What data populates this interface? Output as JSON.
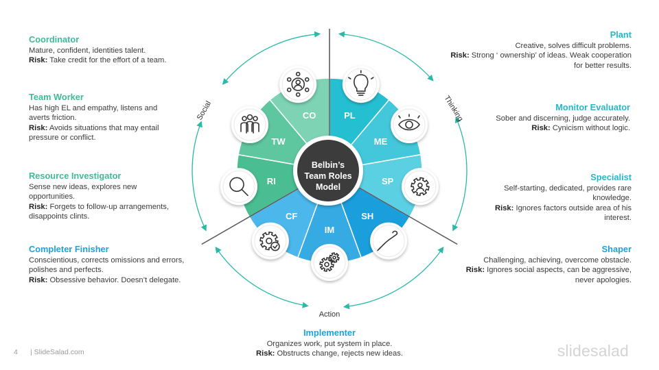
{
  "center": {
    "line1": "Belbin’s",
    "line2": "Team Roles",
    "line3": "Model"
  },
  "categories": {
    "social": "Social",
    "thinking": "Thinking",
    "action": "Action"
  },
  "segments": [
    {
      "code": "PL",
      "color": "#25bfd2"
    },
    {
      "code": "ME",
      "color": "#42c8da"
    },
    {
      "code": "SP",
      "color": "#5cd0e3"
    },
    {
      "code": "SH",
      "color": "#1a9fdc"
    },
    {
      "code": "IM",
      "color": "#36abe3"
    },
    {
      "code": "CF",
      "color": "#4bb7ea"
    },
    {
      "code": "RI",
      "color": "#4abd92"
    },
    {
      "code": "TW",
      "color": "#5fc7a0"
    },
    {
      "code": "CO",
      "color": "#7dd3b4"
    }
  ],
  "icons": [
    "lightbulb-icon",
    "eye-icon",
    "gear-person-icon",
    "whip-icon",
    "gears-icon",
    "gear-check-icon",
    "magnifier-icon",
    "team-icon",
    "network-person-icon"
  ],
  "roles": {
    "coordinator": {
      "title": "Coordinator",
      "desc": "Mature, confident, identities talent.",
      "risk_label": "Risk:",
      "risk": " Take credit for the effort of a team."
    },
    "team_worker": {
      "title": "Team Worker",
      "desc1": "Has high EL and empathy, listens and",
      "desc2": "averts friction.",
      "risk_label": "Risk:",
      "risk": " Avoids situations that may entail",
      "risk2": "pressure or conflict."
    },
    "resource_investigator": {
      "title": "Resource Investigator",
      "desc1": "Sense new ideas, explores new",
      "desc2": "opportunities.",
      "risk_label": "Risk:",
      "risk": " Forgets to follow-up arrangements,",
      "risk2": "disappoints clints."
    },
    "completer_finisher": {
      "title": "Completer Finisher",
      "desc1": "Conscientious, corrects omissions and errors,",
      "desc2": "polishes and perfects.",
      "risk_label": "Risk:",
      "risk": " Obsessive  behavior. Doesn’t delegate."
    },
    "plant": {
      "title": "Plant",
      "desc": "Creative, solves difficult problems.",
      "risk_label": "Risk:",
      "risk": " Strong ‘ ownership’ of ideas. Weak cooperation",
      "risk2": "for better results."
    },
    "monitor_evaluator": {
      "title": "Monitor Evaluator",
      "desc": "Sober and discerning, judge accurately.",
      "risk_label": "Risk:",
      "risk": " Cynicism without logic."
    },
    "specialist": {
      "title": "Specialist",
      "desc1": "Self-starting,  dedicated, provides rare",
      "desc2": "knowledge.",
      "risk_label": "Risk:",
      "risk": " Ignores factors outside area of his",
      "risk2": "interest."
    },
    "shaper": {
      "title": "Shaper",
      "desc": "Challenging, achieving, overcome obstacle.",
      "risk_label": "Risk:",
      "risk": " Ignores social aspects, can be aggressive,",
      "risk2": "never apologies."
    },
    "implementer": {
      "title": "Implementer",
      "desc": "Organizes work, put system in place.",
      "risk_label": "Risk:",
      "risk": " Obstructs change, rejects new ideas."
    }
  },
  "footer": {
    "page": "4",
    "site": "| SlideSalad.com",
    "logo": "slidesalad"
  }
}
